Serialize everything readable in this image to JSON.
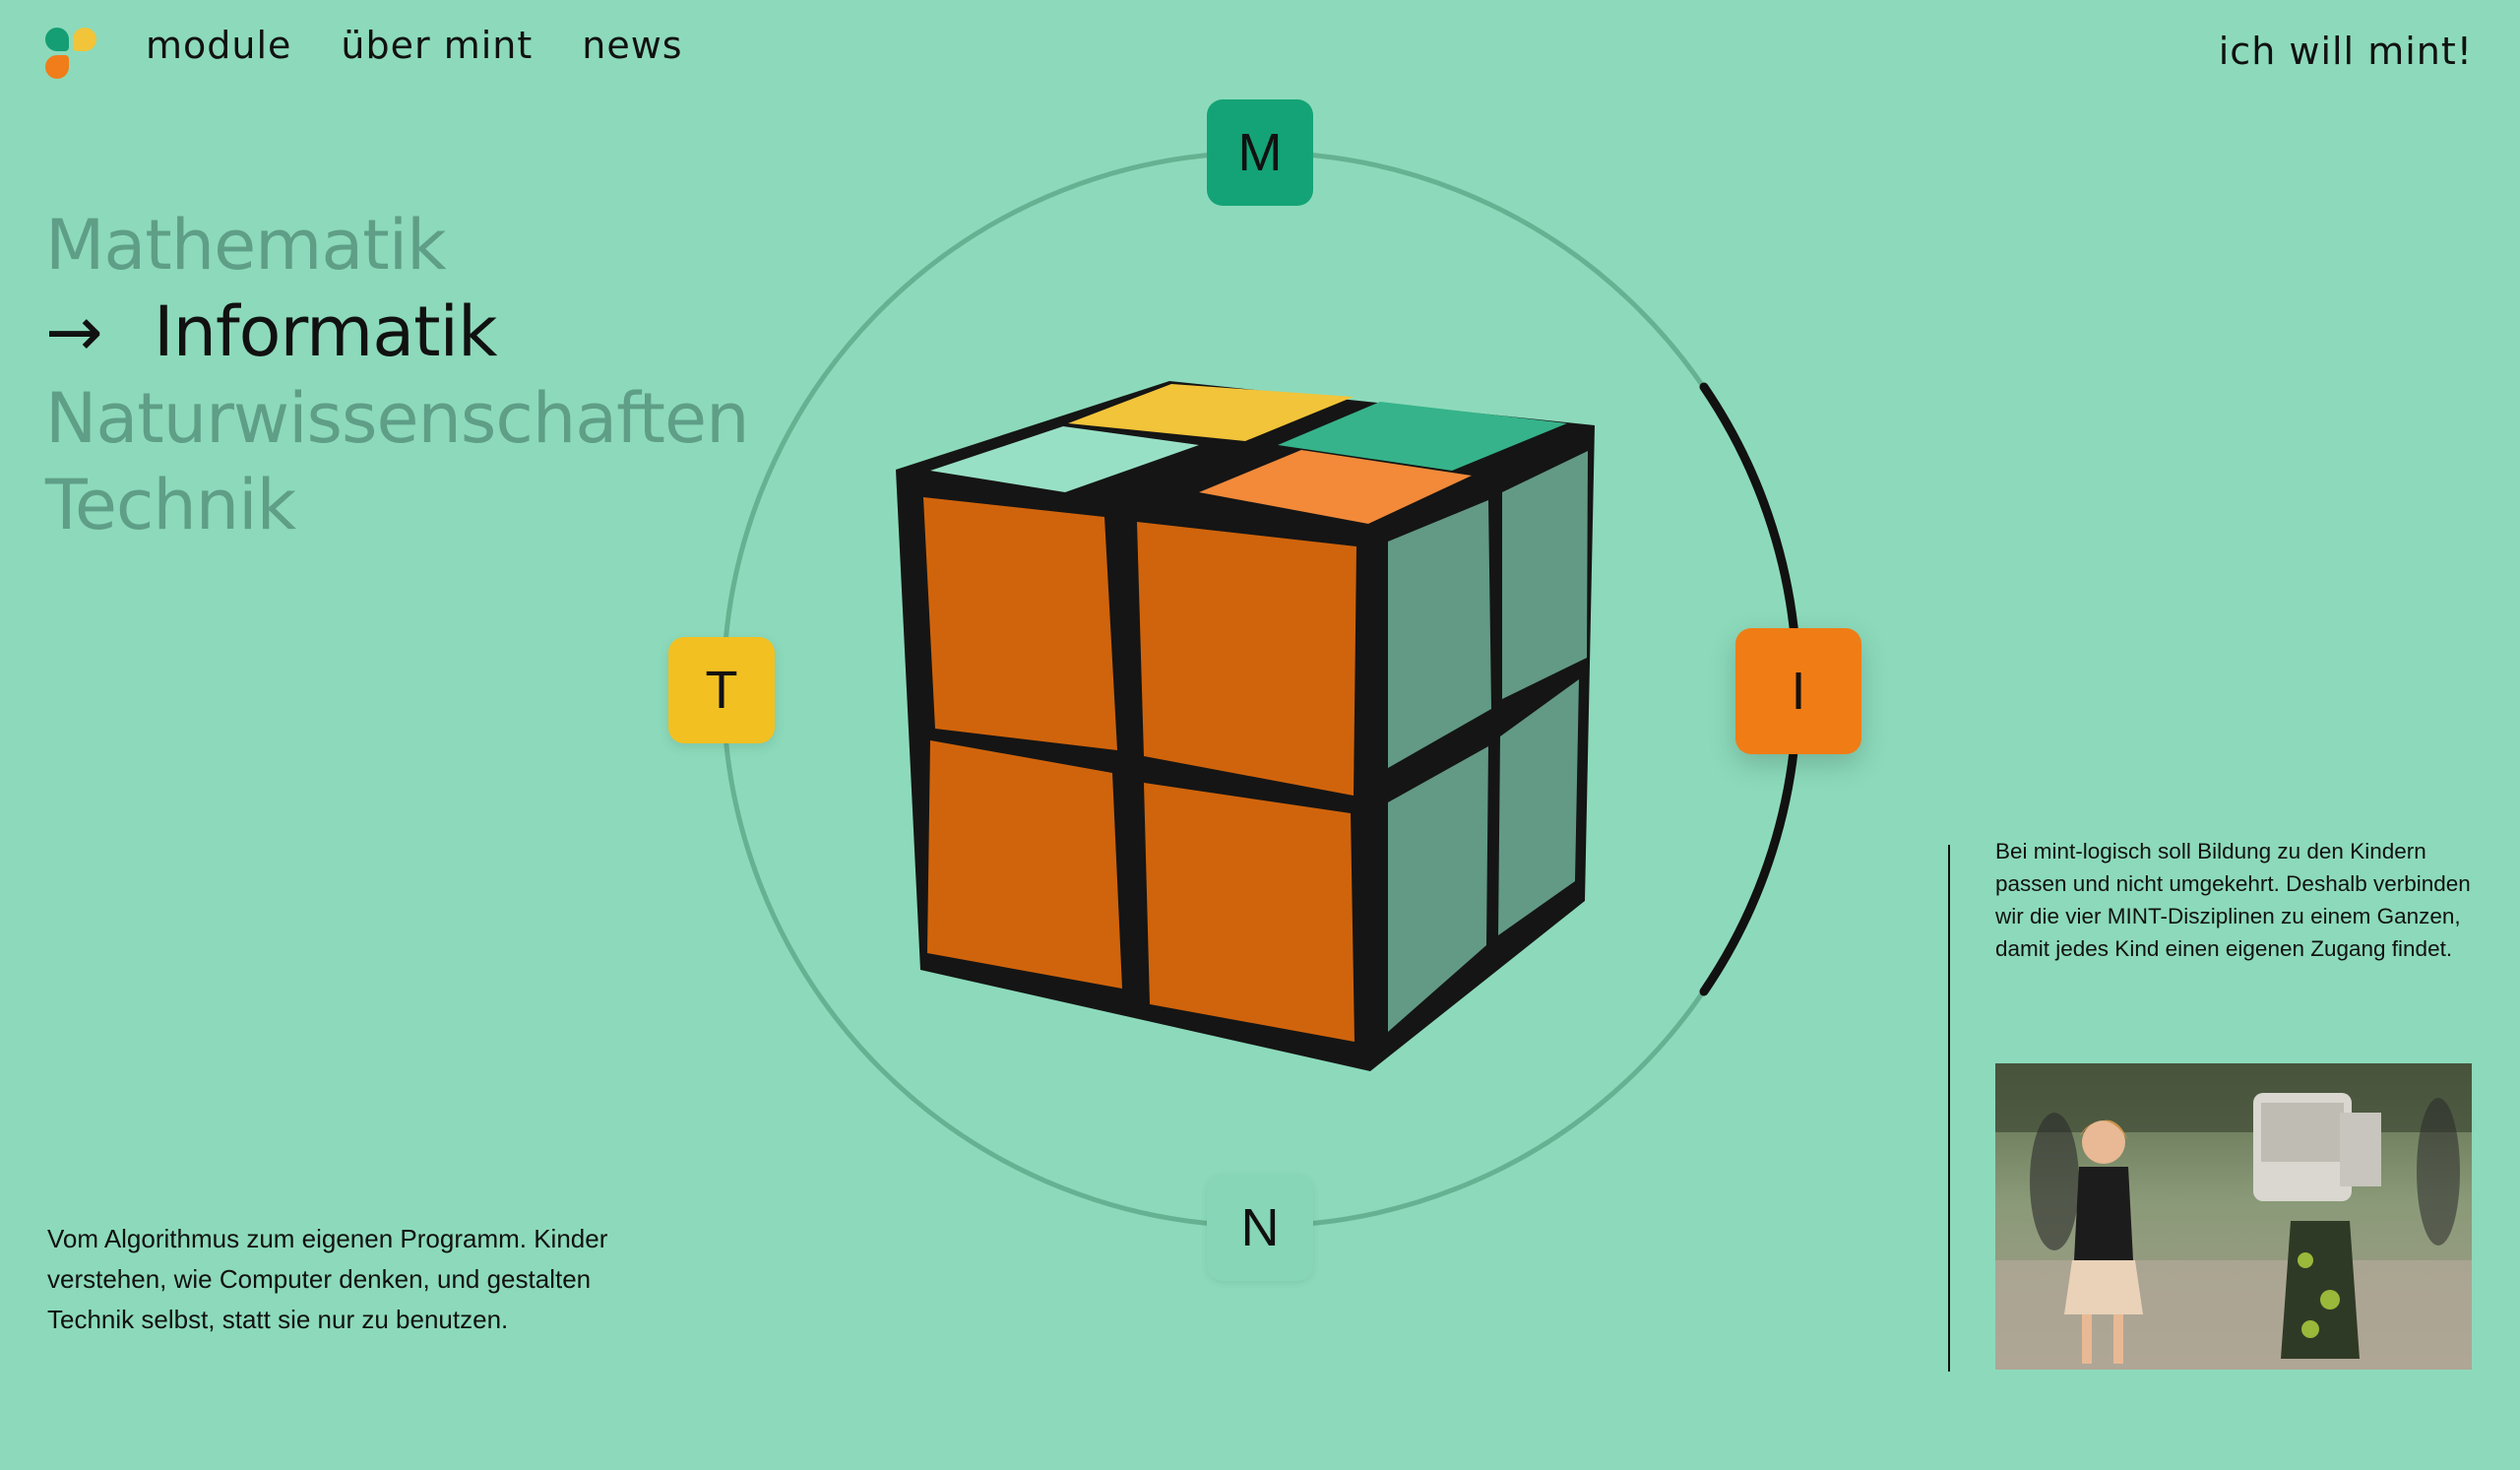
{
  "header": {
    "nav": [
      "module",
      "über mint",
      "news"
    ],
    "cta": "ich will mint!"
  },
  "disciplines": {
    "items": [
      "Mathematik",
      "Informatik",
      "Naturwissenschaften",
      "Technik"
    ],
    "active_index": 1,
    "arrow": "→"
  },
  "ring": {
    "badges": {
      "m": "M",
      "i": "I",
      "n": "N",
      "t": "T"
    }
  },
  "intro_text": "Vom Algorithmus zum eigenen Programm. Kinder verstehen, wie Computer denken, und gestalten Technik selbst, statt sie nur zu benutzen.",
  "side_text": "Bei mint-logisch soll Bildung zu den Kindern passen und nicht umgekehrt. Deshalb verbinden wir die vier MINT-Disziplinen zu einem Ganzen, damit jedes Kind einen eigenen Zugang findet.",
  "colors": {
    "background": "#8cdabb",
    "mathematik": "#14a376",
    "informatik": "#f07c15",
    "naturwissenschaften": "#86d6b7",
    "technik": "#f2c021",
    "text": "#111111",
    "inactive_text": "#5f9e87"
  }
}
